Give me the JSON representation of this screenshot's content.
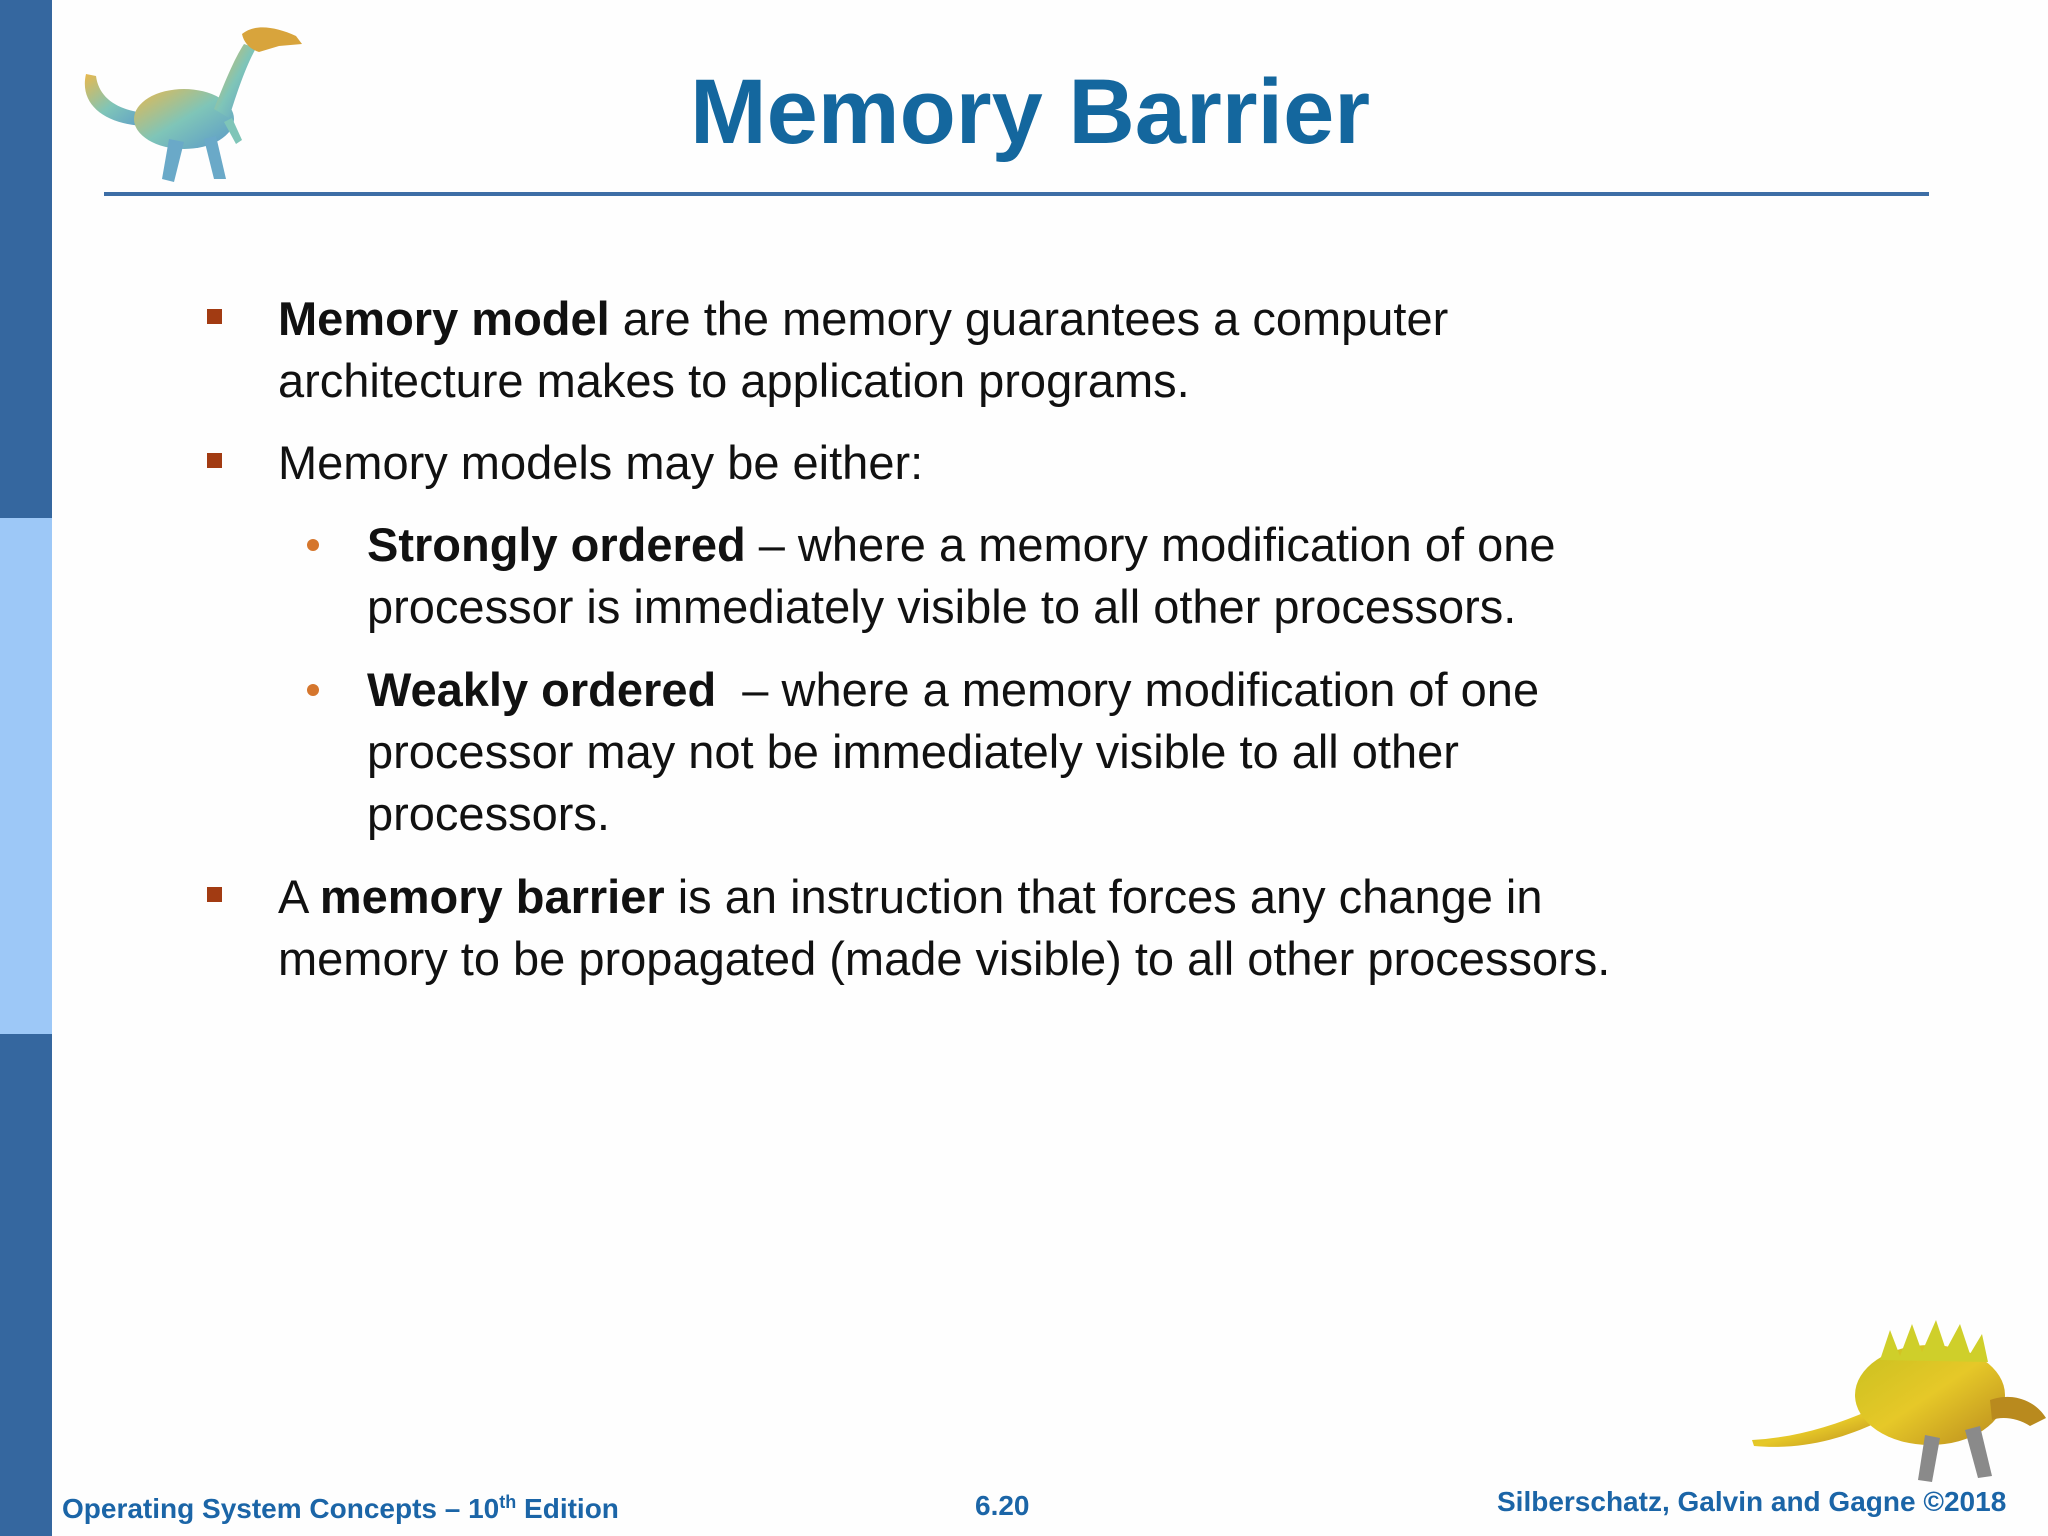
{
  "slide": {
    "title": "Memory Barrier",
    "bullets": [
      {
        "bold": "Memory model",
        "text_line1": " are the memory guarantees a computer",
        "text_line2": "architecture makes to application programs."
      },
      {
        "text": "Memory models may be either:"
      }
    ],
    "sub_bullets": [
      {
        "bold": "Strongly ordered",
        "text_line1": " – where a memory modification of one",
        "text_line2": "processor is immediately visible to all other processors."
      },
      {
        "bold": "Weakly ordered",
        "text_line1": "  – where a memory modification of one",
        "text_line2": "processor may not be immediately visible to all other",
        "text_line3": "processors."
      }
    ],
    "final_bullet": {
      "prefix": "A ",
      "bold": "memory barrier",
      "text_line1": " is an instruction that forces any change in",
      "text_line2": "memory to be propagated (made visible) to all other processors."
    }
  },
  "footer": {
    "left_prefix": "Operating System Concepts – 10",
    "left_sup": "th",
    "left_suffix": " Edition",
    "center": "6.20",
    "right": "Silberschatz, Galvin and Gagne ©2018"
  },
  "colors": {
    "title": "#14679e",
    "sidebar_dark": "#35679f",
    "sidebar_light": "#9dc8f7",
    "square_bullet": "#a23b12",
    "round_bullet": "#d5762d",
    "footer": "#1b65a7"
  },
  "icons": [
    "dinosaur-top-icon",
    "dinosaur-bottom-icon"
  ]
}
